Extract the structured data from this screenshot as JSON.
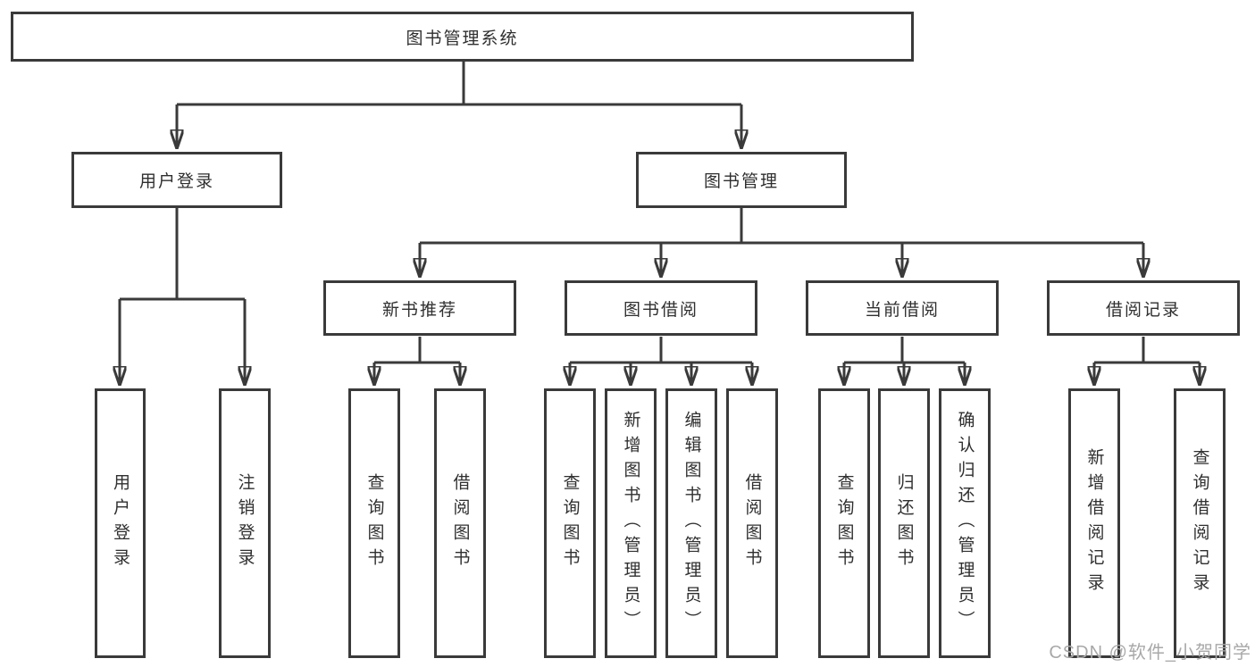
{
  "tree": {
    "root": {
      "label": "图书管理系统"
    },
    "branches": [
      {
        "label": "用户登录",
        "children": [
          {
            "label": "用户登录"
          },
          {
            "label": "注销登录"
          }
        ]
      },
      {
        "label": "图书管理",
        "children": [
          {
            "label": "新书推荐",
            "children": [
              {
                "label": "查询图书"
              },
              {
                "label": "借阅图书"
              }
            ]
          },
          {
            "label": "图书借阅",
            "children": [
              {
                "label": "查询图书"
              },
              {
                "label": "新增图书（管理员）"
              },
              {
                "label": "编辑图书（管理员）"
              },
              {
                "label": "借阅图书"
              }
            ]
          },
          {
            "label": "当前借阅",
            "children": [
              {
                "label": "查询图书"
              },
              {
                "label": "归还图书"
              },
              {
                "label": "确认归还（管理员）"
              }
            ]
          },
          {
            "label": "借阅记录",
            "children": [
              {
                "label": "新增借阅记录"
              },
              {
                "label": "查询借阅记录"
              }
            ]
          }
        ]
      }
    ]
  },
  "watermark": "CSDN @软件_小贺同学",
  "colors": {
    "line": "#3a3a3a",
    "border": "#3a3a3a",
    "text": "#2f2f2f",
    "watermark": "#a8a8a8",
    "background": "#ffffff"
  }
}
